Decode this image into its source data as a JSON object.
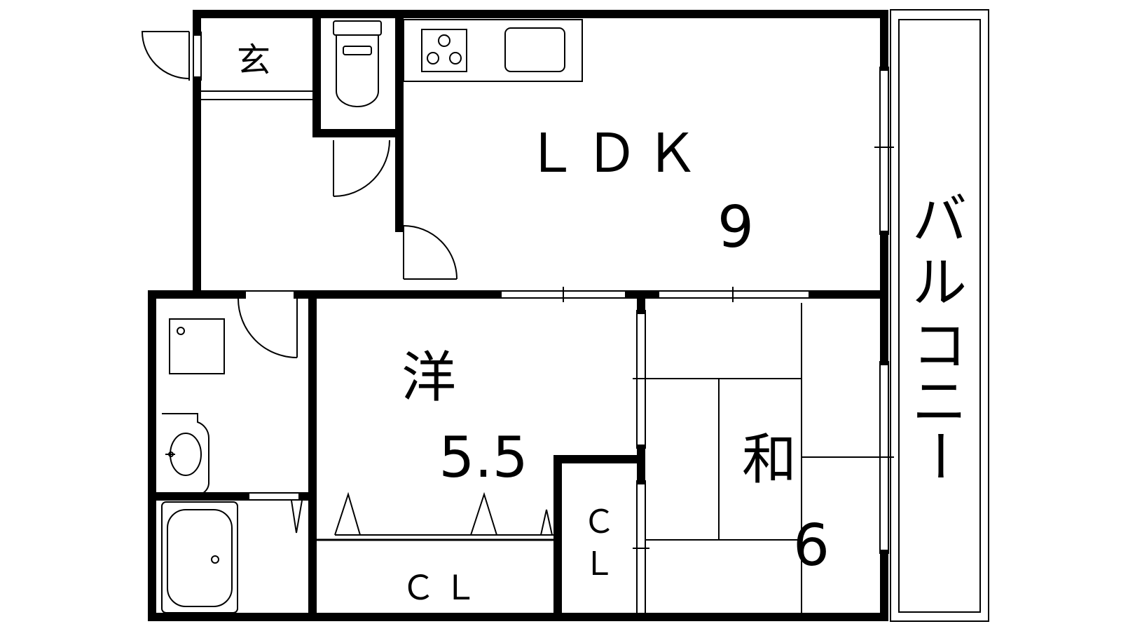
{
  "rooms": {
    "entrance": "玄",
    "ldk": "ＬＤＫ",
    "ldk_size": "9",
    "western": "洋",
    "western_size": "5.5",
    "japanese": "和",
    "japanese_size": "6",
    "closet_bottom": "ＣＬ",
    "closet_side_c": "Ｃ",
    "closet_side_l": "Ｌ",
    "balcony": [
      "バ",
      "ル",
      "コ",
      "ニ",
      "ー"
    ]
  }
}
